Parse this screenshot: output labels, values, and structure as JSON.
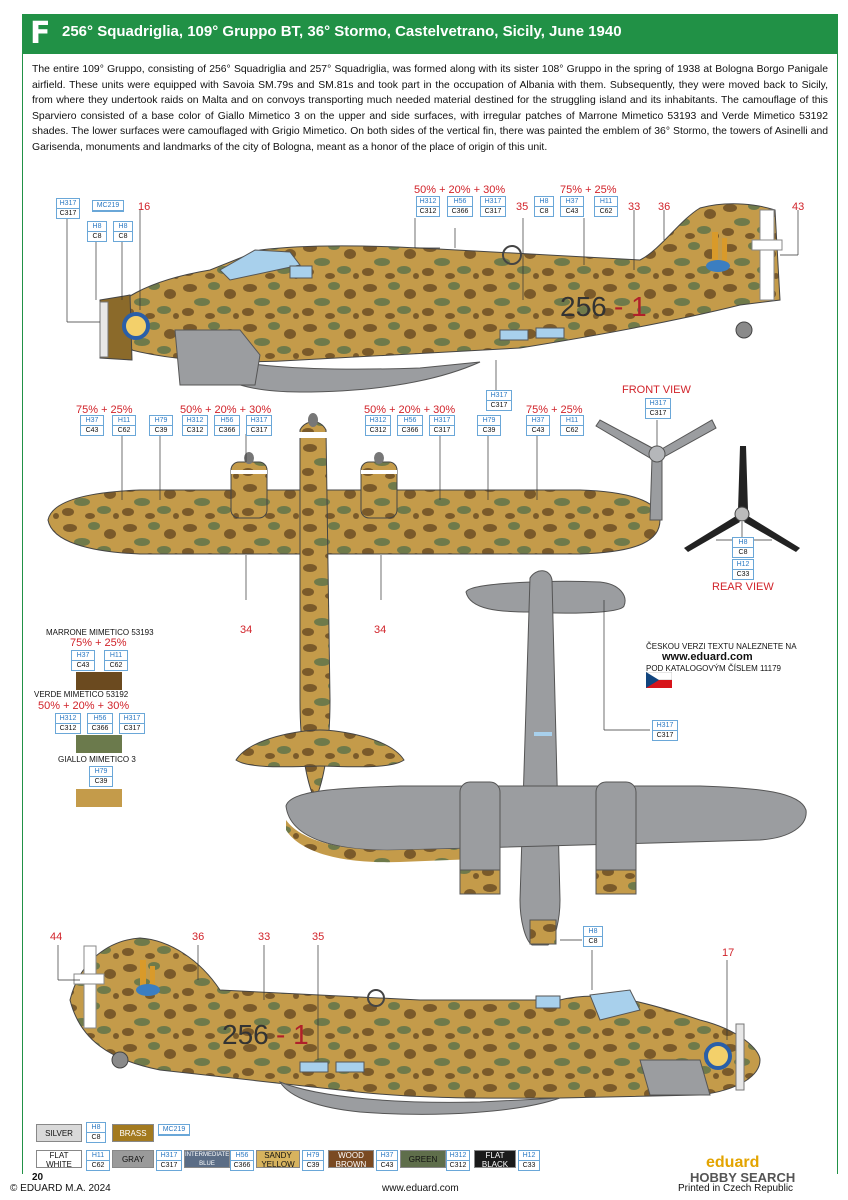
{
  "header": {
    "letter": "F",
    "title": "256° Squadriglia, 109° Gruppo BT, 36° Stormo, Castelvetrano, Sicily, June 1940"
  },
  "description": "The entire 109° Gruppo, consisting of 256° Squadriglia and 257° Squadriglia, was formed along with its sister 108° Gruppo in the spring of 1938 at Bologna Borgo Panigale airfield. These units were equipped with Savoia SM.79s and SM.81s and took part in the occupation of Albania with them. Subsequently, they were moved back to Sicily, from where they undertook raids on Malta and on convoys transporting much needed material destined for the struggling island and its inhabitants. The camouflage of this Sparviero consisted of a base color of Giallo Mimetico 3 on the upper and side surfaces, with irregular patches of Marrone Mimetico 53193 and Verde Mimetico 53192 shades. The lower surfaces were camouflaged with Grigio Mimetico. On both sides of the vertical fin, there was painted the emblem of 36° Stormo, the towers of Asinelli and Garisenda, monuments and landmarks of the city of Bologna, meant as a honor of the place of origin of this unit.",
  "callouts": {
    "side_top": {
      "mix1": "50% + 20% + 30%",
      "mix2": "75% + 25%",
      "n16": "16",
      "n35": "35",
      "n33": "33",
      "n36": "36",
      "n43": "43",
      "codes1": [
        [
          "H317",
          "C317"
        ],
        [
          "MC219",
          ""
        ],
        [
          "H8",
          "C8"
        ],
        [
          "H8",
          "C8"
        ]
      ],
      "codes2": [
        [
          "H312",
          "C312"
        ],
        [
          "H56",
          "C366"
        ],
        [
          "H317",
          "C317"
        ],
        [
          "H8",
          "C8"
        ],
        [
          "H37",
          "C43"
        ],
        [
          "H11",
          "C62"
        ]
      ],
      "under": [
        "H317",
        "C317"
      ],
      "serial": "256 - 1"
    },
    "top_view": {
      "mix_a": "75% + 25%",
      "mix_b": "50% + 20% + 30%",
      "mix_c": "50% + 20% + 30%",
      "mix_d": "75% + 25%",
      "codes": [
        [
          "H37",
          "C43"
        ],
        [
          "H11",
          "C62"
        ],
        [
          "H79",
          "C39"
        ],
        [
          "H312",
          "C312"
        ],
        [
          "H56",
          "C366"
        ],
        [
          "H317",
          "C317"
        ],
        [
          "H312",
          "C312"
        ],
        [
          "H56",
          "C366"
        ],
        [
          "H317",
          "C317"
        ],
        [
          "H79",
          "C39"
        ],
        [
          "H37",
          "C43"
        ],
        [
          "H11",
          "C62"
        ]
      ],
      "n34a": "34",
      "n34b": "34"
    },
    "front_view": {
      "label": "FRONT VIEW",
      "code": [
        "H317",
        "C317"
      ]
    },
    "rear_view": {
      "label": "REAR VIEW",
      "codes": [
        [
          "H8",
          "C8"
        ],
        [
          "H12",
          "C33"
        ]
      ]
    },
    "under_view": {
      "code": [
        "H317",
        "C317"
      ],
      "code2": [
        "H8",
        "C8"
      ]
    },
    "side_bottom": {
      "n44": "44",
      "n36": "36",
      "n33": "33",
      "n35": "35",
      "n17": "17",
      "serial": "256 - 1"
    }
  },
  "legend": [
    {
      "name": "MARRONE MIMETICO 53193",
      "mix": "75% + 25%",
      "codes": [
        [
          "H37",
          "C43"
        ],
        [
          "H11",
          "C62"
        ]
      ],
      "color": "#6b4a1f"
    },
    {
      "name": "VERDE MIMETICO 53192",
      "mix": "50% + 20% + 30%",
      "codes": [
        [
          "H312",
          "C312"
        ],
        [
          "H56",
          "C366"
        ],
        [
          "H317",
          "C317"
        ]
      ],
      "color": "#6b7a4c"
    },
    {
      "name": "GIALLO MIMETICO 3",
      "mix": "",
      "codes": [
        [
          "H79",
          "C39"
        ]
      ],
      "color": "#c49b4a"
    }
  ],
  "czech_note": {
    "line1": "ČESKOU VERZI TEXTU NALEZNETE NA",
    "url": "www.eduard.com",
    "line2": "POD KATALOGOVÝM ČÍSLEM 11179"
  },
  "paint_key_row1": [
    {
      "label": "SILVER",
      "codes": [
        "H8",
        "C8"
      ],
      "bg": "#d9d9d9",
      "fg": "#111"
    },
    {
      "label": "BRASS",
      "codes": [
        "MC219",
        ""
      ],
      "bg": "#a37a1f",
      "fg": "#fff"
    }
  ],
  "paint_key_row2": [
    {
      "label": "FLAT WHITE",
      "codes": [
        "H11",
        "C62"
      ],
      "bg": "#ffffff",
      "fg": "#111"
    },
    {
      "label": "GRAY",
      "codes": [
        "H317",
        "C317"
      ],
      "bg": "#9a9a9a",
      "fg": "#111"
    },
    {
      "label": "INTERMEDIATE BLUE",
      "codes": [
        "H56",
        "C366"
      ],
      "bg": "#5b6d86",
      "fg": "#fff"
    },
    {
      "label": "SANDY YELLOW",
      "codes": [
        "H79",
        "C39"
      ],
      "bg": "#d7b35e",
      "fg": "#111"
    },
    {
      "label": "WOOD BROWN",
      "codes": [
        "H37",
        "C43"
      ],
      "bg": "#7a4a22",
      "fg": "#fff"
    },
    {
      "label": "GREEN",
      "codes": [
        "H312",
        "C312"
      ],
      "bg": "#5f6e4b",
      "fg": "#111"
    },
    {
      "label": "FLAT BLACK",
      "codes": [
        "H12",
        "C33"
      ],
      "bg": "#1a1a1a",
      "fg": "#fff"
    }
  ],
  "footer": {
    "page": "20",
    "copyright": "© EDUARD M.A. 2024",
    "url": "www.eduard.com",
    "printed": "Printed in Czech Republic",
    "brand": "eduard",
    "watermark": "HOBBY SEARCH"
  },
  "colors": {
    "header_green": "#219146",
    "callout_red": "#d1232a",
    "code_blue": "#2a78c2",
    "camo_base": "#c49b4a",
    "camo_brown": "#7a5a2a",
    "camo_green": "#6f7a4a",
    "underside_gray": "#9b9da0"
  }
}
